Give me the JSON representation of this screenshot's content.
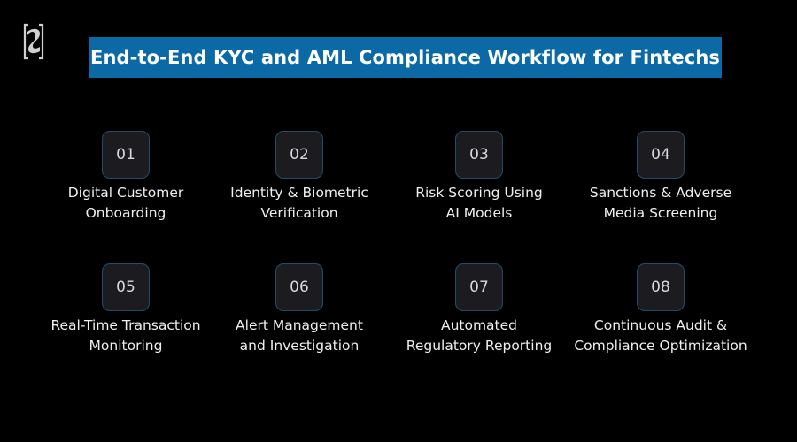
{
  "logo": {
    "icon": "brand-logo-icon"
  },
  "title": "End-to-End KYC and AML Compliance Workflow for Fintechs",
  "colors": {
    "background": "#000000",
    "title_bar": "#0b6aa6",
    "box_fill": "#1c1c20",
    "box_border": "#1f4e6d",
    "text": "#efefef"
  },
  "steps": [
    {
      "number": "01",
      "line1": "Digital Customer",
      "line2": "Onboarding"
    },
    {
      "number": "02",
      "line1": "Identity & Biometric",
      "line2": "Verification"
    },
    {
      "number": "03",
      "line1": "Risk Scoring Using",
      "line2": "AI Models"
    },
    {
      "number": "04",
      "line1": "Sanctions & Adverse",
      "line2": "Media Screening"
    },
    {
      "number": "05",
      "line1": "Real-Time Transaction",
      "line2": "Monitoring"
    },
    {
      "number": "06",
      "line1": "Alert Management",
      "line2": "and Investigation"
    },
    {
      "number": "07",
      "line1": "Automated",
      "line2": "Regulatory Reporting"
    },
    {
      "number": "08",
      "line1": "Continuous Audit &",
      "line2": "Compliance Optimization"
    }
  ]
}
